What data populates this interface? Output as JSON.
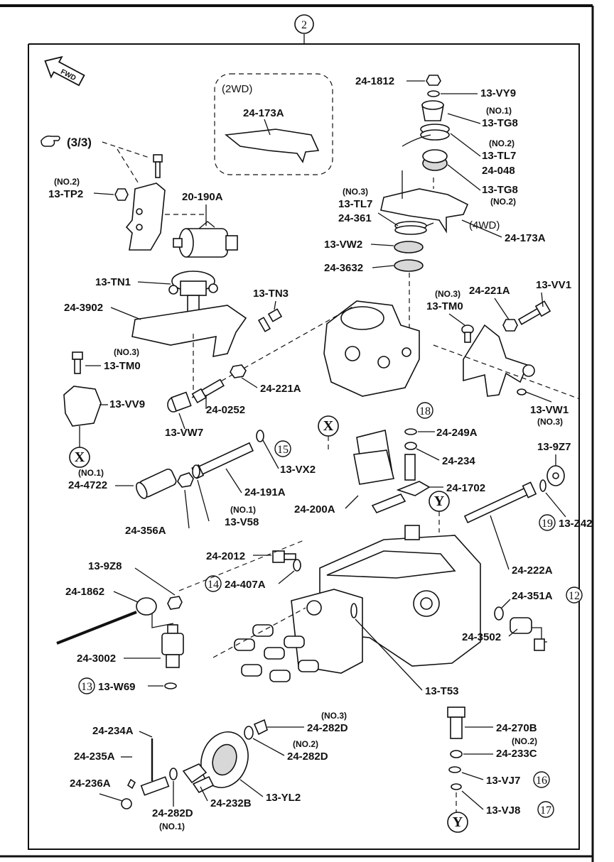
{
  "header": {
    "callout": "2"
  },
  "direction": {
    "label": "FWD"
  },
  "reference": {
    "text": "(3/3)"
  },
  "variant_2wd": {
    "label": "(2WD)",
    "part": "24-173A"
  },
  "labels": {
    "p24_1812": "24-1812",
    "p13_VY9": "13-VY9",
    "p13_TG8_no1_sub": "(NO.1)",
    "p13_TG8_no1": "13-TG8",
    "p13_TL7_no2_sub": "(NO.2)",
    "p13_TL7_no2": "13-TL7",
    "p24_048": "24-048",
    "p13_TG8_no2": "13-TG8",
    "p13_TG8_no2_sub": "(NO.2)",
    "p13_TL7_no3_sub": "(NO.3)",
    "p13_TL7_no3": "13-TL7",
    "p24_361": "24-361",
    "p4wd": "(4WD)",
    "p24_173A_4wd": "24-173A",
    "p13_VW2": "13-VW2",
    "p24_3632": "24-3632",
    "p13_TP2_sub": "(NO.2)",
    "p13_TP2": "13-TP2",
    "p20_190A": "20-190A",
    "p13_TN1": "13-TN1",
    "p24_3902": "24-3902",
    "p13_TN3": "13-TN3",
    "p24_221A_right": "24-221A",
    "p13_VV1": "13-VV1",
    "p13_TM0_right_sub": "(NO.3)",
    "p13_TM0_right": "13-TM0",
    "p13_TM0_left_sub": "(NO.3)",
    "p13_TM0_left": "13-TM0",
    "p24_221A_mid": "24-221A",
    "p13_VV9": "13-VV9",
    "p24_0252": "24-0252",
    "p13_VW7": "13-VW7",
    "p13_VW1": "13-VW1",
    "p13_VW1_sub": "(NO.3)",
    "p24_249A": "24-249A",
    "ref18": "18",
    "p24_234": "24-234",
    "p13_9Z7": "13-9Z7",
    "p13_VX2": "13-VX2",
    "ref15": "15",
    "p24_191A": "24-191A",
    "p24_1702": "24-1702",
    "p24_4722_sub": "(NO.1)",
    "p24_4722": "24-4722",
    "p13_V58_sub": "(NO.1)",
    "p13_V58": "13-V58",
    "p24_200A": "24-200A",
    "p24_356A": "24-356A",
    "ref19": "19",
    "p13_Z42": "13-Z42",
    "p24_222A": "24-222A",
    "p24_2012": "24-2012",
    "ref14": "14",
    "p24_407A": "24-407A",
    "p13_9Z8": "13-9Z8",
    "p24_1862": "24-1862",
    "p24_351A": "24-351A",
    "ref12": "12",
    "p24_3502": "24-3502",
    "p24_3002": "24-3002",
    "ref13": "13",
    "p13_W69": "13-W69",
    "p13_T53": "13-T53",
    "p24_270B": "24-270B",
    "p24_282D_no3_sub": "(NO.3)",
    "p24_282D_no3": "24-282D",
    "p24_233C_sub": "(NO.2)",
    "p24_233C": "24-233C",
    "p24_234A": "24-234A",
    "p24_282D_no2_sub": "(NO.2)",
    "p24_282D_no2": "24-282D",
    "p13_VJ7": "13-VJ7",
    "ref16": "16",
    "p24_235A": "24-235A",
    "p13_YL2": "13-YL2",
    "p13_VJ8": "13-VJ8",
    "ref17": "17",
    "p24_236A": "24-236A",
    "p24_232B": "24-232B",
    "p24_282D_no1": "24-282D",
    "p24_282D_no1_sub": "(NO.1)",
    "markX": "X",
    "markY": "Y"
  }
}
